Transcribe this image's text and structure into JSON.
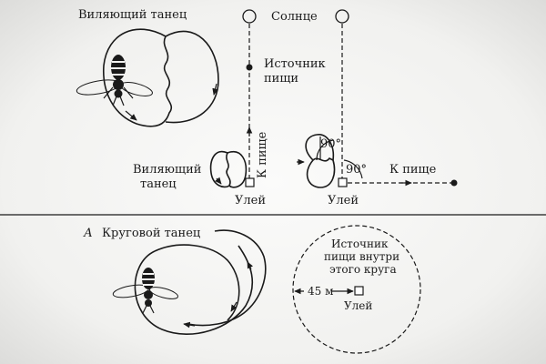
{
  "top": {
    "waggle_dance_title": "Виляющий танец",
    "sun_label": "Солнце",
    "food_source_label": [
      "Источник",
      "пищи"
    ],
    "to_food_vertical": "К пище",
    "waggle_dance_small": [
      "Виляющий",
      "танец"
    ],
    "hive_label_left": "Улей",
    "angle_top": "90°",
    "angle_right": "90°",
    "to_food_horizontal": "К пище",
    "hive_label_right": "Улей"
  },
  "bottom": {
    "panel_letter": "А",
    "round_dance_title": "Круговой танец",
    "food_inside_circle": [
      "Источник",
      "пищи внутри",
      "этого круга"
    ],
    "distance_label": "45 м",
    "hive_label": "Улей"
  }
}
